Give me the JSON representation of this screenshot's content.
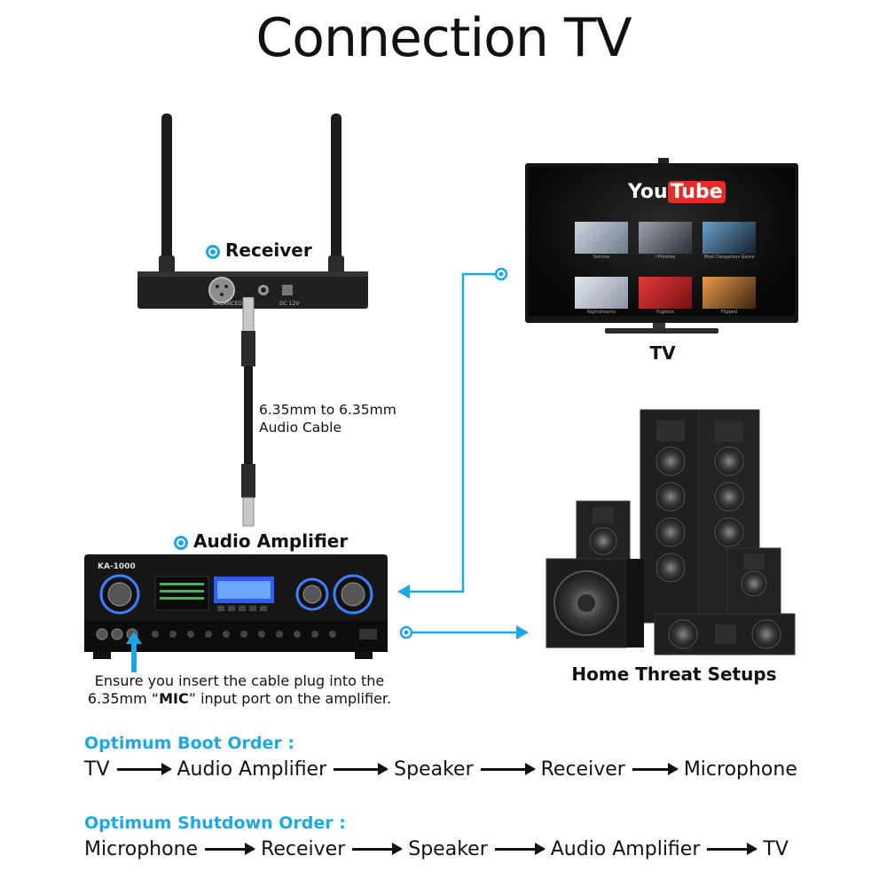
{
  "title": "Connection TV",
  "receiver_label": "Receiver",
  "tv_label": "TV",
  "cable_label_line1": "6.35mm to 6.35mm",
  "cable_label_line2": "Audio Cable",
  "amplifier_label": "Audio Amplifier",
  "amp_model": "KA-1000",
  "receiver_panel": {
    "balanced": "BALANCED",
    "dc": "DC 12V"
  },
  "youtube": {
    "you": "You",
    "tube": "Tube",
    "tiles": [
      "Survive",
      "I Promise",
      "Most Dangerous Game",
      "Nightdreams",
      "Fugitive",
      "Flipped"
    ]
  },
  "note_line1": "Ensure you insert the cable plug into the",
  "note_line2_pre": "6.35mm “",
  "note_line2_bold": "MIC",
  "note_line2_post": "” input port on the amplifier.",
  "speakers_label": "Home Threat Setups",
  "boot_order_title": "Optimum Boot Order :",
  "boot_order": [
    "TV",
    "Audio Amplifier",
    "Speaker",
    "Receiver",
    "Microphone"
  ],
  "shutdown_order_title": "Optimum Shutdown Order :",
  "shutdown_order": [
    "Microphone",
    "Receiver",
    "Speaker",
    "Audio Amplifier",
    "TV"
  ],
  "colors": {
    "accent": "#1ea7e6",
    "youtube_red": "#e52d27",
    "device_dark": "#1b1b1b"
  }
}
